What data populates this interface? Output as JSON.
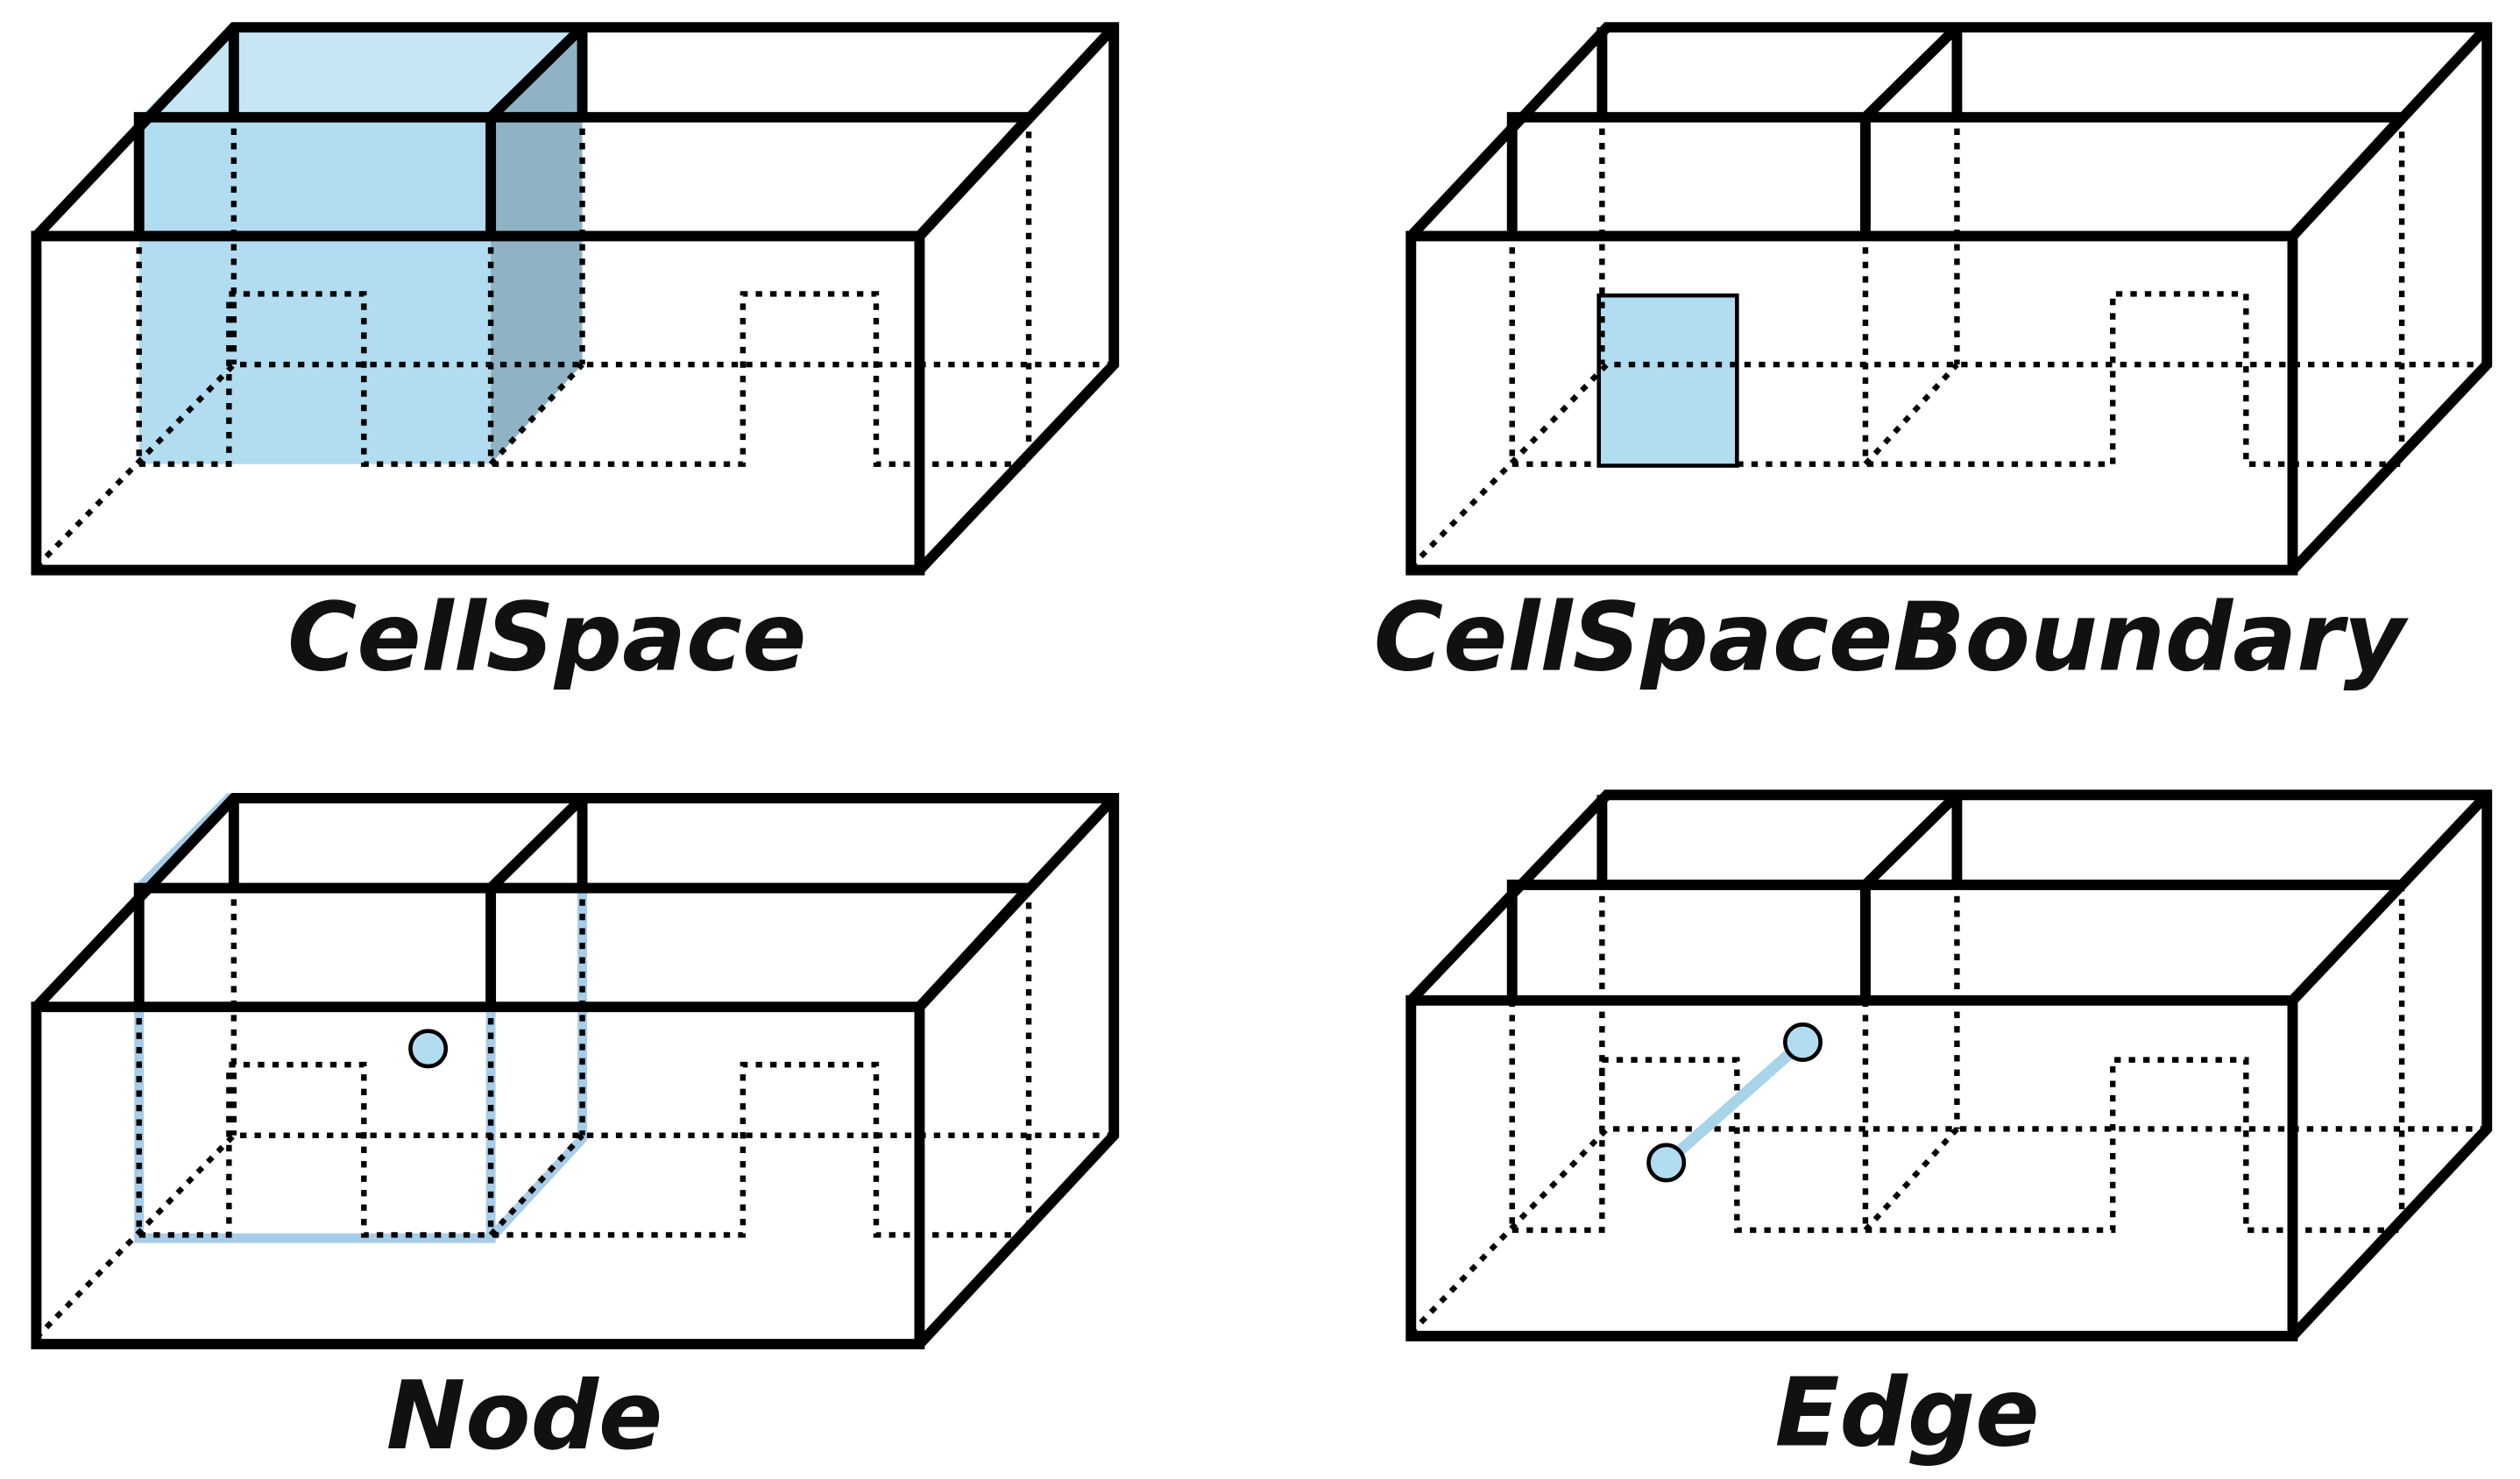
{
  "panels": [
    {
      "key": "cellspace",
      "caption": "CellSpace"
    },
    {
      "key": "boundary",
      "caption": "CellSpaceBoundary"
    },
    {
      "key": "node",
      "caption": "Node"
    },
    {
      "key": "edge",
      "caption": "Edge"
    }
  ],
  "colors": {
    "outline": "#000000",
    "highlight_fill": "#b2dcef",
    "highlight_side": "#8fb3c4",
    "highlight_stroke": "#a8cde8",
    "marker_fill": "#b2dcef"
  }
}
